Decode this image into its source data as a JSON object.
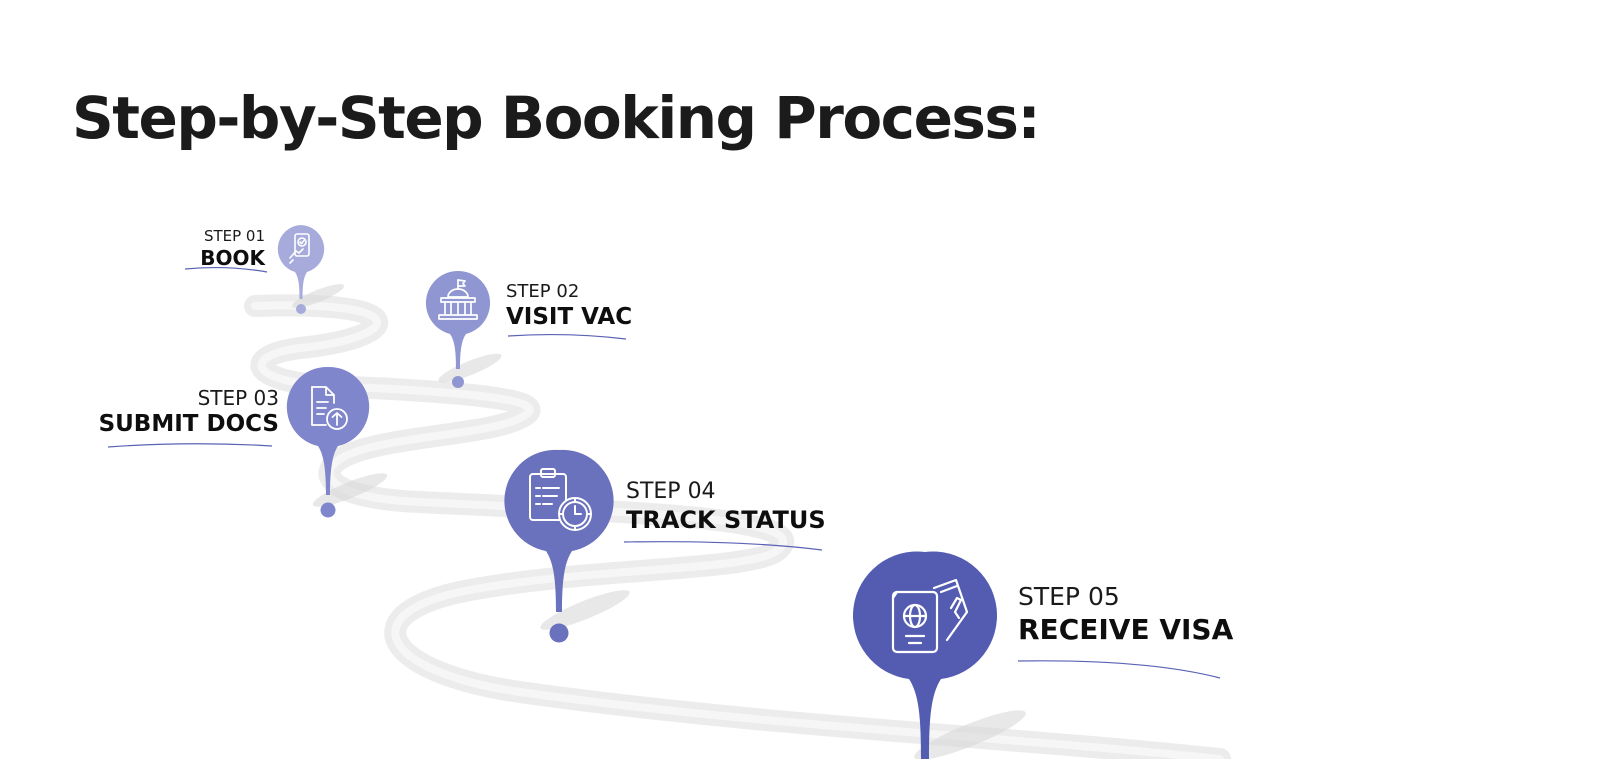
{
  "title": "Step-by-Step Booking Process:",
  "colors": {
    "pin_1": "#a6abdb",
    "pin_2": "#9096d2",
    "pin_3": "#7f86cb",
    "pin_4": "#6a71bd",
    "pin_5": "#535cb1",
    "road": "#ececec",
    "underline": "#5a62b4"
  },
  "steps": [
    {
      "number": "STEP 01",
      "name": "BOOK",
      "icon": "phone-booking-icon"
    },
    {
      "number": "STEP 02",
      "name": "VISIT VAC",
      "icon": "government-building-icon"
    },
    {
      "number": "STEP 03",
      "name": "SUBMIT DOCS",
      "icon": "document-upload-icon"
    },
    {
      "number": "STEP 04",
      "name": "TRACK STATUS",
      "icon": "clipboard-clock-icon"
    },
    {
      "number": "STEP 05",
      "name": "RECEIVE VISA",
      "icon": "passport-ticket-icon"
    }
  ]
}
